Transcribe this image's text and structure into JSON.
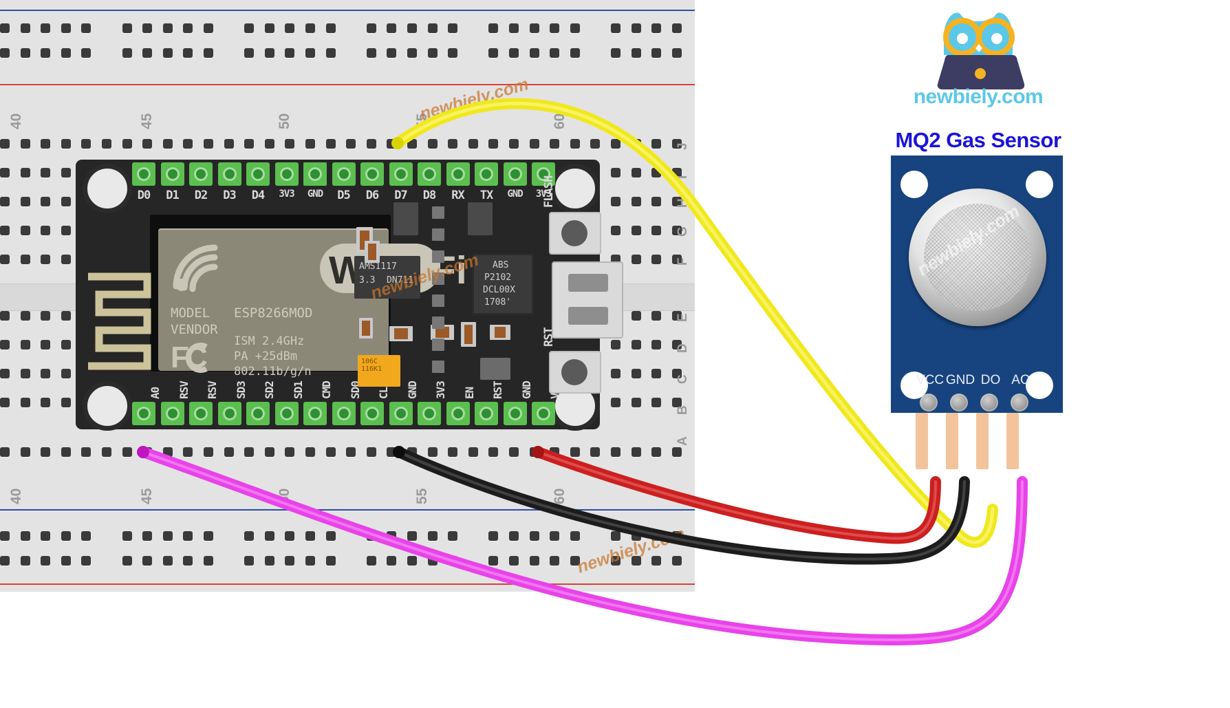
{
  "logo": {
    "brand_text": "newbiely.com",
    "icon": "owl-with-laptop-logo",
    "colors": {
      "owl_body": "#5bc8e8",
      "glasses": "#f5b321",
      "laptop": "#3d3c63",
      "brand": "#5bc8e8"
    }
  },
  "sensor": {
    "title": "MQ2 Gas Sensor",
    "title_color": "#1b13d8",
    "board_color": "#17447f",
    "pins": [
      "VCC",
      "GND",
      "DO",
      "AO"
    ],
    "watermark": "newbiely.com"
  },
  "board": {
    "name": "NodeMCU ESP8266",
    "module": {
      "wifi_text": "Wi",
      "wifi_text2": "Fi",
      "model": "MODEL",
      "vendor": "VENDOR",
      "chip": "ESP8266MOD",
      "spec1": "ISM  2.4GHz",
      "spec2": "PA  +25dBm",
      "spec3": "802.11b/g/n",
      "fcc": "FC"
    },
    "top_pins": [
      "D0",
      "D1",
      "D2",
      "D3",
      "D4",
      "3V3",
      "GND",
      "D5",
      "D6",
      "D7",
      "D8",
      "RX",
      "TX",
      "GND",
      "3V3"
    ],
    "bottom_pins": [
      "A0",
      "RSV",
      "RSV",
      "SD3",
      "SD2",
      "SD1",
      "CMD",
      "SD0",
      "CLK",
      "GND",
      "3V3",
      "EN",
      "RST",
      "GND",
      "Vin"
    ],
    "buttons": [
      "FLASH",
      "RST"
    ],
    "ics": [
      {
        "line1": "AMS1117",
        "line2": "3.3",
        "line3": "DN711"
      },
      {
        "line1": "ABS",
        "line2": "P2102",
        "line3": "DCL00X",
        "line4": "1708'"
      }
    ],
    "cap_label": "106C\n116K1"
  },
  "breadboard": {
    "column_numbers_top": [
      "40",
      "45",
      "50",
      "55",
      "60"
    ],
    "column_numbers_bottom": [
      "40",
      "45",
      "50",
      "55",
      "60"
    ],
    "row_letters_top": [
      "J",
      "I",
      "H",
      "G",
      "F"
    ],
    "row_letters_bottom": [
      "E",
      "D",
      "C",
      "B",
      "A"
    ],
    "rail_colors": {
      "positive": "#d8413a",
      "negative": "#2b4ea2"
    }
  },
  "wires": [
    {
      "name": "vcc-wire",
      "color": "#cc1f1f",
      "from": "breadboard-3v3-row",
      "to": "sensor-VCC"
    },
    {
      "name": "gnd-wire",
      "color": "#1c1c1c",
      "from": "breadboard-gnd-row",
      "to": "sensor-GND"
    },
    {
      "name": "do-wire",
      "color": "#f0e81c",
      "from": "breadboard-d7-row",
      "to": "sensor-DO"
    },
    {
      "name": "ao-wire",
      "color": "#e843e8",
      "from": "breadboard-a0-row",
      "to": "sensor-AO"
    }
  ],
  "watermarks": [
    "newbiely.com",
    "newbiely.com",
    "newbiely.com",
    "newbiely.com",
    "newbiely.com"
  ]
}
